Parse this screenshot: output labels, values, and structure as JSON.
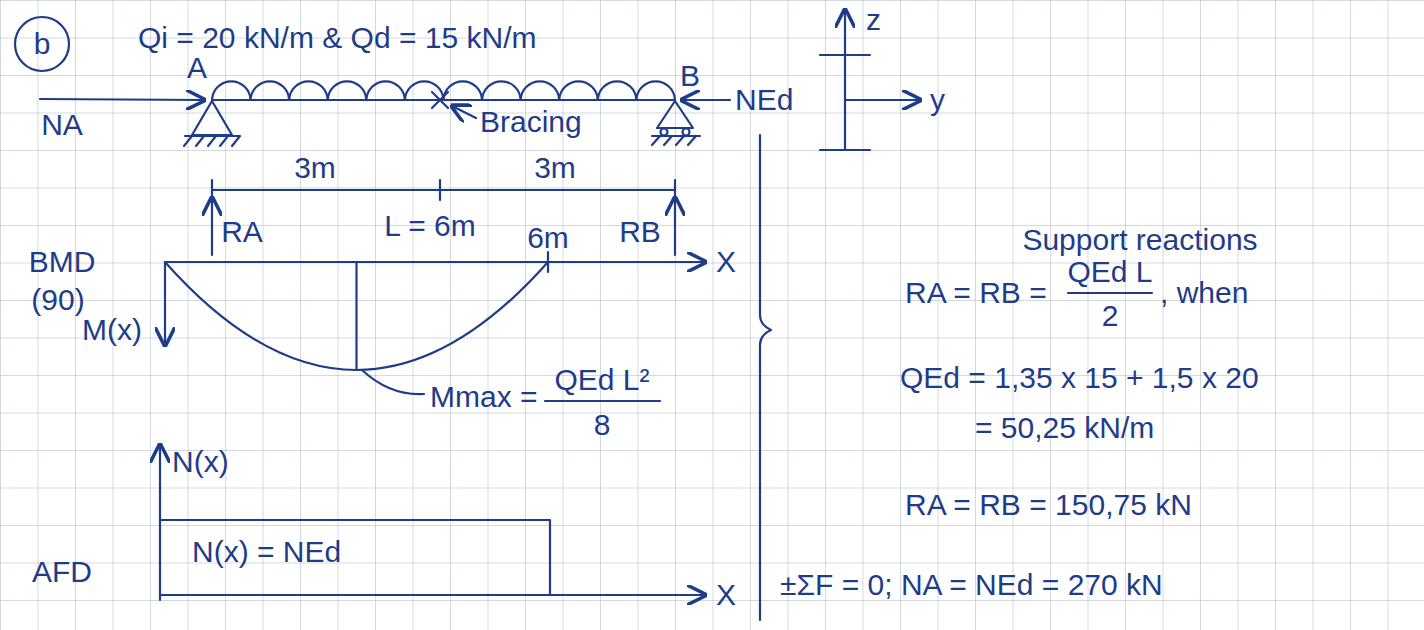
{
  "diagram": {
    "labels": [
      "b",
      "Qi = 20 kN/m & Qd = 15 kN/m",
      "A",
      "B",
      "NA",
      "NEd",
      "Bracing",
      "z",
      "y",
      "3m",
      "3m",
      "L = 6m",
      "RA",
      "RB",
      "BMD",
      "(90)",
      "M(x)",
      "6m",
      "X",
      "Mmax =",
      "QEd L²",
      "8",
      "N(x)",
      "AFD",
      "N(x) = NEd",
      "X",
      "Support reactions",
      "RA = RB =",
      "QEd L",
      "2",
      ", when",
      "QEd = 1,35 x 15 + 1,5 x 20",
      "= 50,25 kN/m",
      "RA = RB = 150,75 kN",
      "±ΣF = 0; NA = NEd = 270 kN"
    ]
  }
}
